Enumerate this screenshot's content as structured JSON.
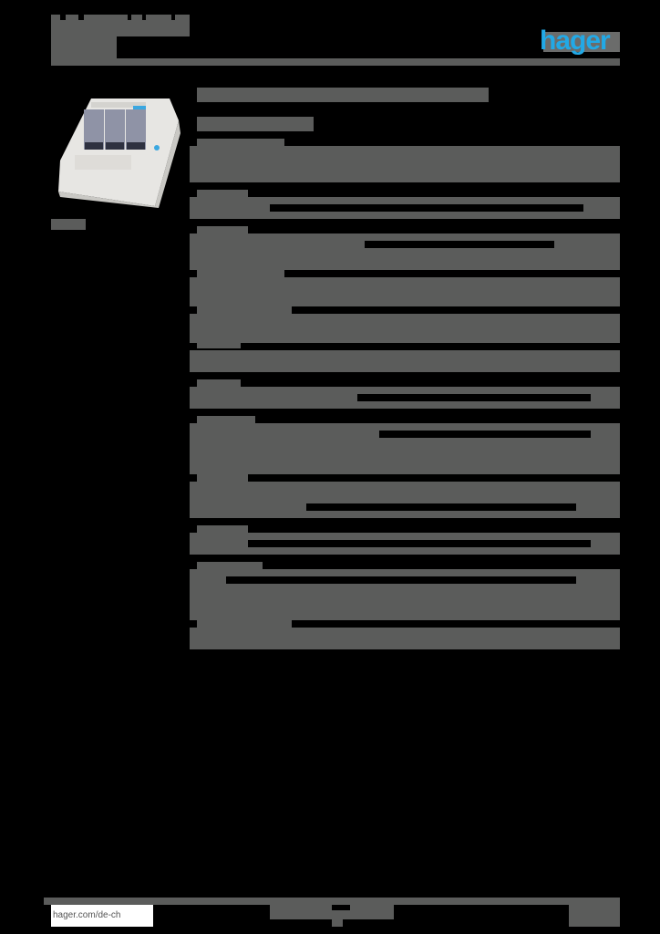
{
  "header": {
    "brand_logo": "hager",
    "brand_color": "#22a9e6",
    "title_redacted": true
  },
  "product": {
    "image_alt": "Fuse switch housing with three fuse carriers",
    "image_caption_redacted": true
  },
  "main": {
    "heading_redacted": true,
    "subheading_redacted": true,
    "sections_count": 11
  },
  "footer": {
    "link": "hager.com/de-ch",
    "center_redacted": true,
    "page_redacted": true
  },
  "colors": {
    "background": "#000000",
    "redaction": "#5b5c5b",
    "brand": "#22a9e6"
  }
}
